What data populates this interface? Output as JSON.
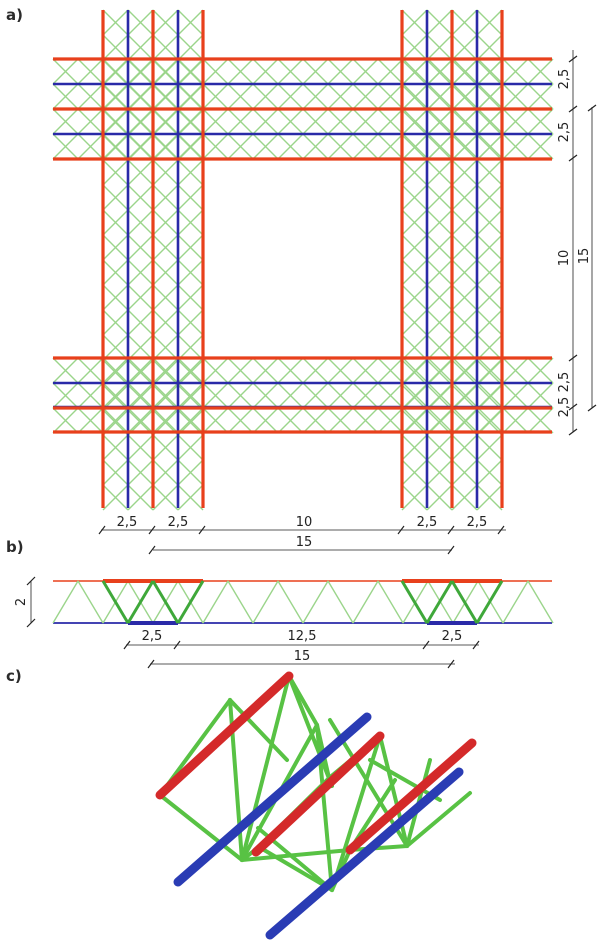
{
  "panels": {
    "a": "a)",
    "b": "b)",
    "c": "c)"
  },
  "dims": {
    "plan_right_25_1": "2,5",
    "plan_right_25_2": "2,5",
    "plan_right_10": "10",
    "plan_right_15": "15",
    "plan_right_25_3": "2,5",
    "plan_right_25_4": "2,5",
    "plan_bottom_25_1": "2,5",
    "plan_bottom_25_2": "2,5",
    "plan_bottom_10": "10",
    "plan_bottom_25_3": "2,5",
    "plan_bottom_25_4": "2,5",
    "plan_bottom_15": "15",
    "section_height": "2",
    "section_25_1": "2,5",
    "section_125": "12,5",
    "section_25_2": "2,5",
    "section_15": "15"
  },
  "colors": {
    "top_chord": "#e8401c",
    "bottom_chord": "#2a2aa8",
    "diagonal": "#3fa83a",
    "diagonal_light": "#9bd58b",
    "iso_top": "#d42a2a",
    "iso_bottom": "#2a3cb4",
    "iso_diagonal": "#58c244"
  }
}
